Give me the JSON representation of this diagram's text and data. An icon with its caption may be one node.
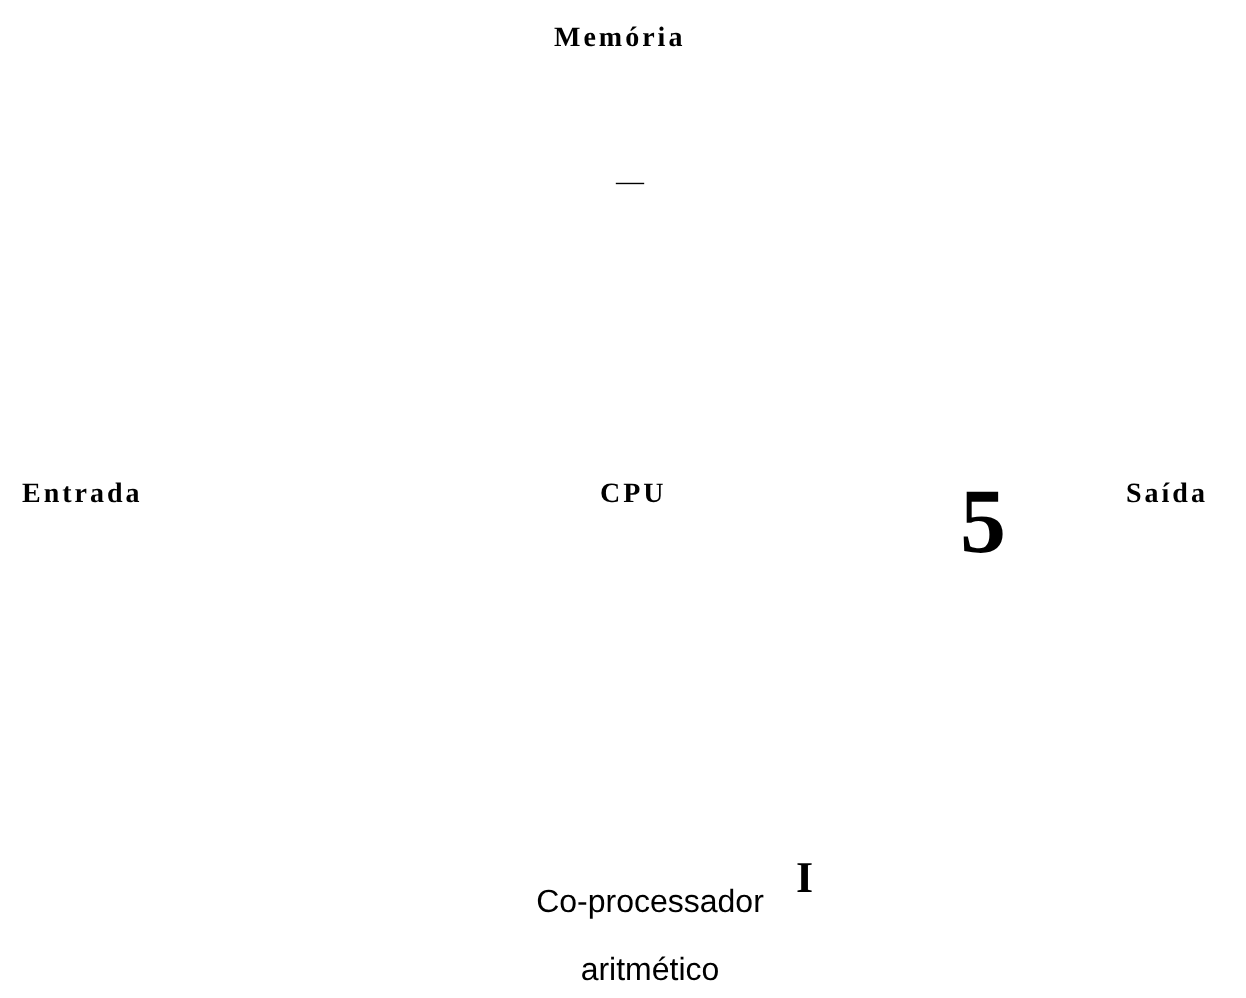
{
  "diagram": {
    "labels": [
      "Memória",
      "—",
      "Entrada",
      "CPU",
      "5",
      "Saída",
      "I",
      "Co-processador aritmético"
    ]
  }
}
